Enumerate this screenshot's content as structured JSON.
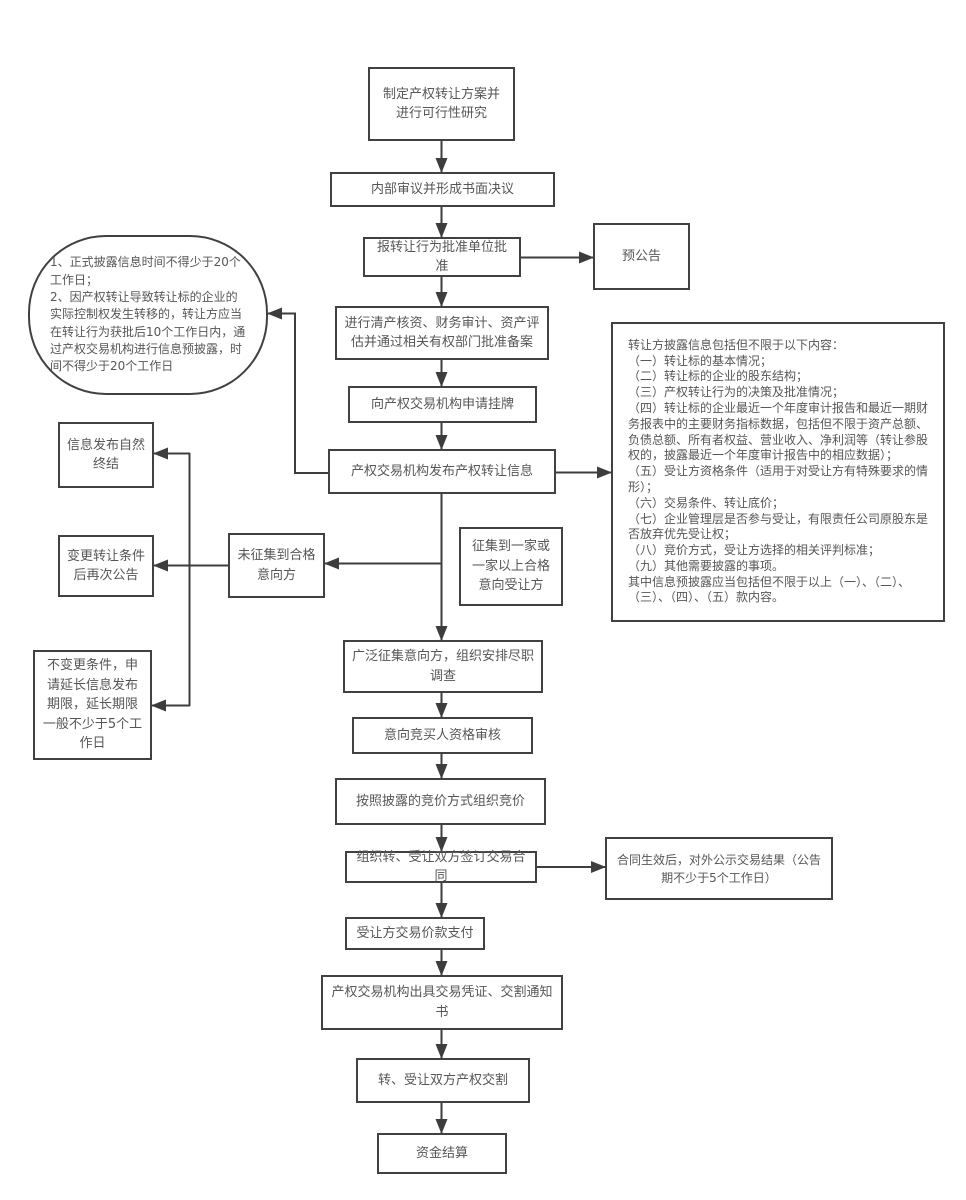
{
  "diagram": {
    "type": "flowchart",
    "colors": {
      "line": "#3d3d3d",
      "node_border": "#414141",
      "text": "#565656",
      "background": "#ffffff"
    },
    "nodes": {
      "plan": "制定产权转让方案并进行可行性研究",
      "internal_review": "内部审议并形成书面决议",
      "approval": "报转让行为批准单位批准",
      "pre_announcement": "预公告",
      "audit": "进行清产核资、财务审计、资产评估并通过相关有权部门批准备案",
      "listing_application": "向产权交易机构申请挂牌",
      "publish_info": "产权交易机构发布产权转让信息",
      "no_qualified": "未征集到合格意向方",
      "qualified_found": "征集到一家或一家以上合格意向受让方",
      "natural_end": "信息发布自然终结",
      "re_announce": "变更转让条件后再次公告",
      "extend": "不变更条件，申请延长信息发布期限，延长期限一般不少于5个工作日",
      "solicit": "广泛征集意向方，组织安排尽职调查",
      "qualification_review": "意向竞买人资格审核",
      "bidding": "按照披露的竞价方式组织竞价",
      "contract": "组织转、受让双方签订交易合同",
      "announce_result": "合同生效后，对外公示交易结果（公告期不少于5个工作日）",
      "payment": "受让方交易价款支付",
      "voucher": "产权交易机构出具交易凭证、交割通知书",
      "delivery": "转、受让双方产权交割",
      "settlement": "资金结算"
    },
    "annotations": {
      "disclosure_note": "1、正式披露信息时间不得少于20个工作日；\n2、因产权转让导致转让标的企业的实际控制权发生转移的，转让方应当在转让行为获批后10个工作日内，通过产权交易机构进行信息预披露，时间不得少于20个工作日",
      "disclosure_contents": "转让方披露信息包括但不限于以下内容：\n（一）转让标的基本情况；\n（二）转让标的企业的股东结构；\n（三）产权转让行为的决策及批准情况；\n（四）转让标的企业最近一个年度审计报告和最近一期财务报表中的主要财务指标数据，包括但不限于资产总额、负债总额、所有者权益、营业收入、净利润等（转让参股权的，披露最近一个年度审计报告中的相应数据）；\n（五）受让方资格条件（适用于对受让方有特殊要求的情形）；\n（六）交易条件、转让底价；\n（七）企业管理层是否参与受让，有限责任公司原股东是否放弃优先受让权；\n（八）竞价方式，受让方选择的相关评判标准；\n（九）其他需要披露的事项。\n其中信息预披露应当包括但不限于以上（一）、（二）、（三）、（四）、（五）款内容。"
    },
    "edges": [
      {
        "from": "plan",
        "to": "internal_review"
      },
      {
        "from": "internal_review",
        "to": "approval"
      },
      {
        "from": "approval",
        "to": "pre_announcement"
      },
      {
        "from": "approval",
        "to": "audit"
      },
      {
        "from": "audit",
        "to": "listing_application"
      },
      {
        "from": "listing_application",
        "to": "publish_info"
      },
      {
        "from": "publish_info",
        "to": "disclosure_note"
      },
      {
        "from": "publish_info",
        "to": "disclosure_contents"
      },
      {
        "from": "publish_info",
        "to": "solicit"
      },
      {
        "from": "publish_info",
        "to": "no_qualified"
      },
      {
        "from": "no_qualified",
        "to": "natural_end"
      },
      {
        "from": "no_qualified",
        "to": "re_announce"
      },
      {
        "from": "no_qualified",
        "to": "extend"
      },
      {
        "from": "solicit",
        "to": "qualification_review"
      },
      {
        "from": "qualification_review",
        "to": "bidding"
      },
      {
        "from": "bidding",
        "to": "contract"
      },
      {
        "from": "contract",
        "to": "announce_result"
      },
      {
        "from": "contract",
        "to": "payment"
      },
      {
        "from": "payment",
        "to": "voucher"
      },
      {
        "from": "voucher",
        "to": "delivery"
      },
      {
        "from": "delivery",
        "to": "settlement"
      }
    ]
  }
}
